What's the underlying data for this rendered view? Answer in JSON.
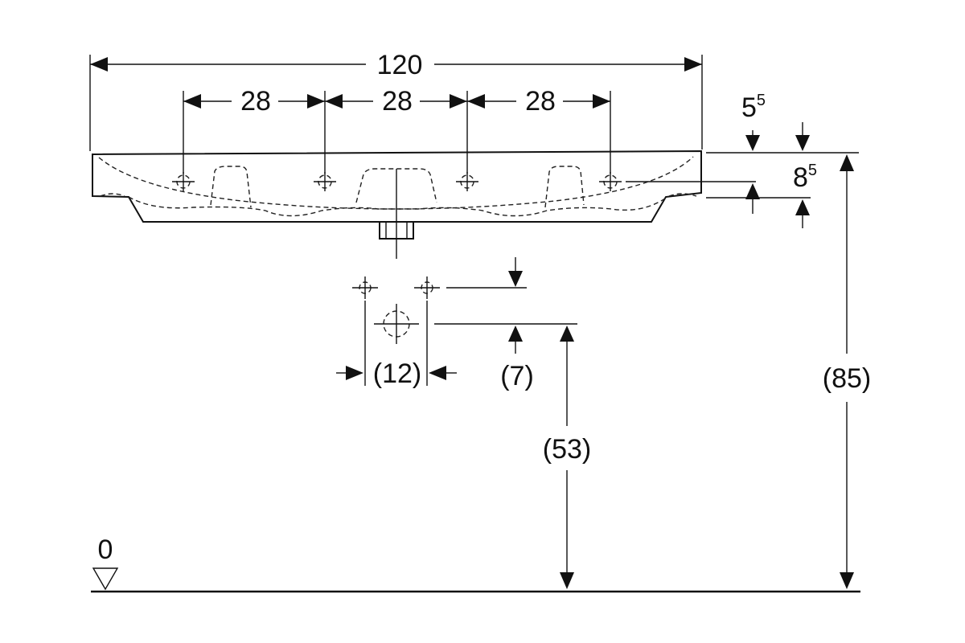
{
  "dimensions": {
    "overall_width": "120",
    "tap_spacing": [
      "28",
      "28",
      "28"
    ],
    "rim_offset": {
      "base": "5",
      "exp": "5"
    },
    "rim_height": {
      "base": "8",
      "exp": "5"
    },
    "trap_spacing": "(12)",
    "trap_offset": "(7)",
    "outlet_height": "(53)",
    "rim_total_height": "(85)",
    "floor_level": "0"
  }
}
